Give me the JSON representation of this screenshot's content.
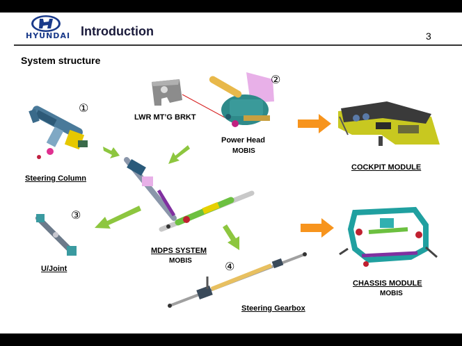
{
  "header": {
    "brand": "HYUNDAI",
    "title": "Introduction",
    "page_number": "3"
  },
  "section_title": "System structure",
  "components": {
    "steering_column": {
      "label": "Steering Column",
      "number": "①"
    },
    "power_head": {
      "label": "Power Head",
      "supplier": "MOBIS",
      "number": "②"
    },
    "bracket": {
      "label": "LWR MT’G BRKT"
    },
    "u_joint": {
      "label": "U/Joint",
      "number": "③"
    },
    "gearbox": {
      "label": "Steering Gearbox",
      "number": "④"
    },
    "mdps": {
      "label": "MDPS SYSTEM",
      "supplier": "MOBIS"
    },
    "cockpit": {
      "label": "COCKPIT MODULE"
    },
    "chassis": {
      "label": "CHASSIS MODULE",
      "supplier": "MOBIS"
    }
  },
  "colors": {
    "green_arrow": "#8dc63f",
    "orange_arrow": "#f7941d",
    "brand_blue": "#1a3a8a"
  }
}
